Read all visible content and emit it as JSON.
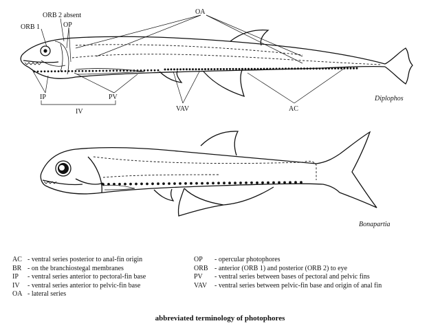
{
  "figure": {
    "labels": {
      "orb1": "ORB 1",
      "orb2": "ORB 2 absent",
      "op": "OP",
      "oa": "OA",
      "ip": "IP",
      "pv": "PV",
      "iv": "IV",
      "vav": "VAV",
      "ac": "AC"
    },
    "species": {
      "top": "Diplophos",
      "bottom": "Bonapartia"
    }
  },
  "legend": {
    "left": [
      {
        "abbr": "AC",
        "desc": "- ventral series posterior to anal-fin origin"
      },
      {
        "abbr": "BR",
        "desc": "- on the branchiostegal membranes"
      },
      {
        "abbr": "IP",
        "desc": "- ventral series anterior to pectoral-fin base"
      },
      {
        "abbr": "IV",
        "desc": "- ventral series anterior to pelvic-fin base"
      },
      {
        "abbr": "OA",
        "desc": "- lateral series"
      }
    ],
    "right": [
      {
        "abbr": "OP",
        "desc": "- opercular photophores"
      },
      {
        "abbr": "ORB",
        "desc": "- anterior (ORB 1) and posterior (ORB 2) to eye"
      },
      {
        "abbr": "PV",
        "desc": "- ventral series between bases of pectoral and pelvic fins"
      },
      {
        "abbr": "VAV",
        "desc": "- ventral series between pelvic-fin base and origin of anal fin"
      }
    ]
  },
  "caption": "abbreviated terminology of photophores"
}
